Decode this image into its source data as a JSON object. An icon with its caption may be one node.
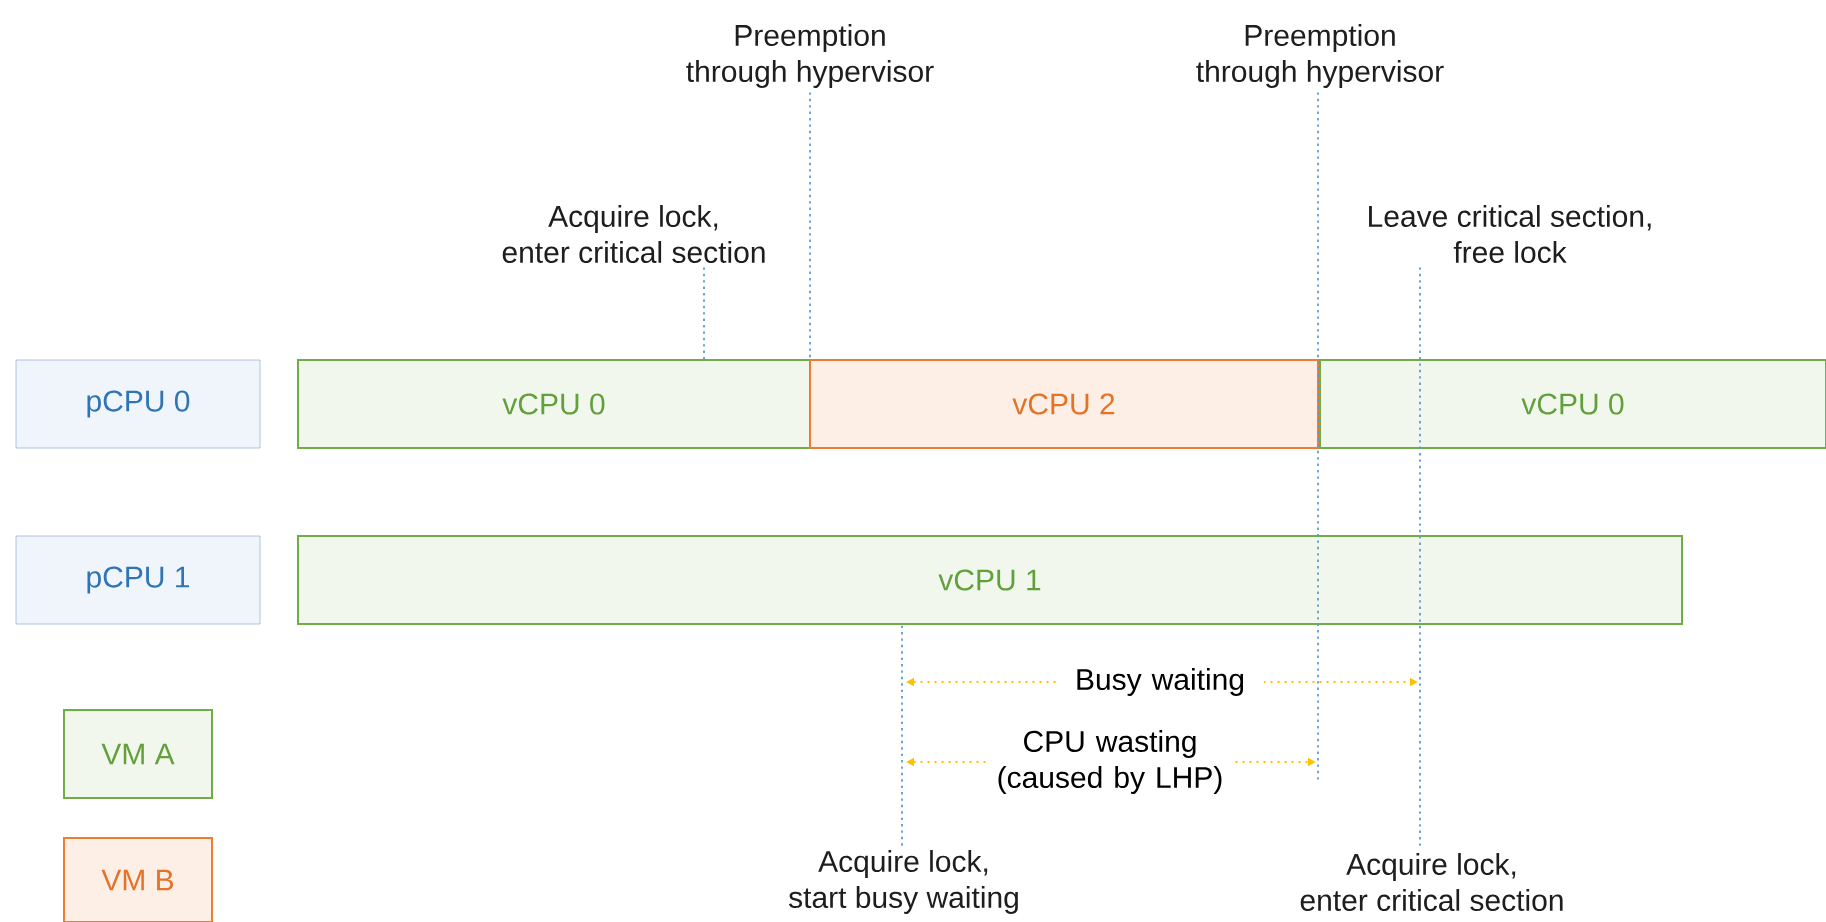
{
  "diagram": {
    "nodes": [
      {
        "text": [
          "pCPU 0"
        ]
      },
      {
        "text": [
          "vCPU 0"
        ]
      },
      {
        "text": [
          "vCPU 2"
        ]
      },
      {
        "text": [
          "vCPU 0"
        ]
      },
      {
        "text": [
          "pCPU 1"
        ]
      },
      {
        "text": [
          "vCPU 1"
        ]
      },
      {
        "text": [
          "VM A"
        ]
      },
      {
        "text": [
          "VM B"
        ]
      },
      {
        "text": [
          "Preemption through hypervisor"
        ]
      },
      {
        "text": [
          "Preemption through hypervisor"
        ]
      },
      {
        "text": [
          "Acquire lock, enter critical section"
        ]
      },
      {
        "text": [
          "Leave critical section, free lock"
        ]
      },
      {
        "text": [
          "Acquire lock, start busy waiting"
        ]
      },
      {
        "text": [
          "Acquire lock, enter critical section"
        ]
      }
    ],
    "edges": [
      {
        "from": 8,
        "to": 2,
        "arrow": "none",
        "style": "dashed"
      },
      {
        "from": 9,
        "to": null,
        "arrow": "none",
        "style": "dashed"
      },
      {
        "from": 10,
        "to": 1,
        "arrow": "none",
        "style": "dashed"
      },
      {
        "from": 11,
        "to": 13,
        "arrow": "none",
        "style": "dashed"
      },
      {
        "from": 12,
        "to": 5,
        "arrow": "none",
        "style": "dashed"
      }
    ],
    "labels": [
      "Busy waiting",
      "CPU wasting (caused by LHP)"
    ]
  }
}
